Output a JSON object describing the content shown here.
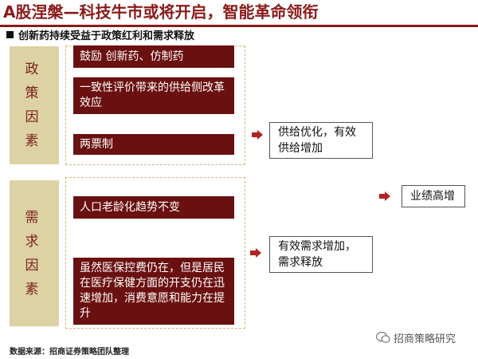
{
  "header": {
    "title": "A股涅槃—科技牛市或将开启，智能革命领衔",
    "subtitle": "创新药持续受益于政策红利和需求释放"
  },
  "policy": {
    "label": "政策因素",
    "items": [
      "鼓励 创新药、仿制药",
      "一致性评价带来的供给侧改革效应",
      "两票制"
    ],
    "outcome": "供给优化，有效供给增加"
  },
  "demand": {
    "label": "需求因素",
    "items": [
      "人口老龄化趋势不变",
      "虽然医保控费仍在，但是居民在医疗保健方面的开支仍在迅速增加，消费意愿和能力在提升"
    ],
    "outcome": "有效需求增加，需求释放"
  },
  "result": "业绩高增",
  "footer": {
    "source": "数据来源：招商证券策略团队整理",
    "watermark": "招商策略研究"
  },
  "colors": {
    "accent": "#8b1a1a",
    "box_fill": "#6b1010",
    "factor_fill": "#ddd2a4",
    "arrow": "#b22222"
  }
}
